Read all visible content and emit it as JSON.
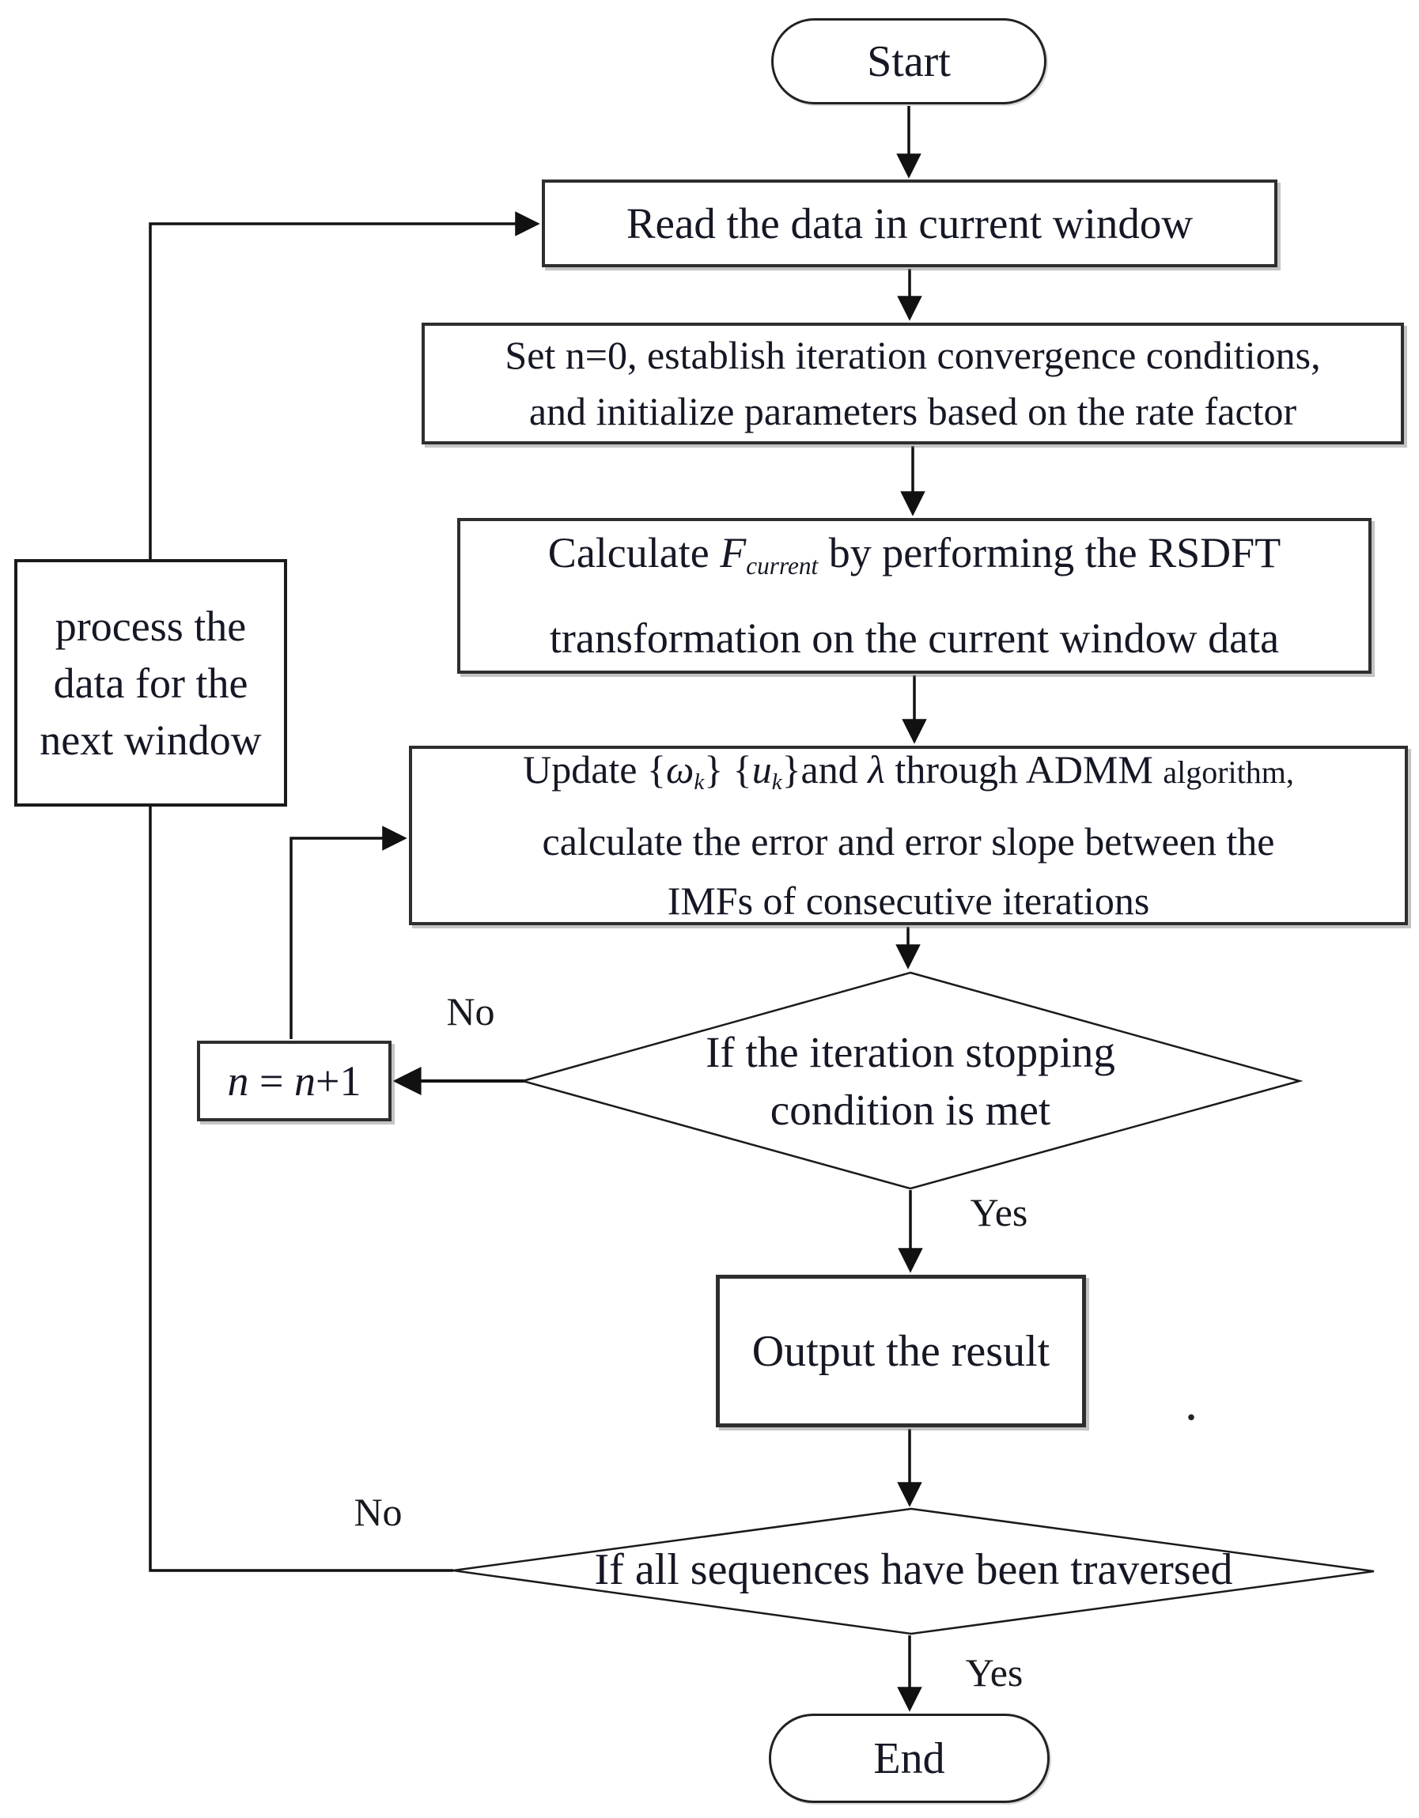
{
  "diagram": {
    "nodes": {
      "start": "Start",
      "read": "Read the data in current window",
      "set_line1": "Set n=0, establish iteration convergence conditions,",
      "set_line2": "and initialize parameters based on the rate factor",
      "calc": {
        "pre": "Calculate ",
        "var": "F",
        "sub": "current",
        "post": " by performing the RSDFT",
        "line2": "transformation on the current window data"
      },
      "update": {
        "w1": "Update ",
        "brace_open": "{",
        "omega": "ω",
        "sub_k1": "k",
        "braces_mid": "} {",
        "u": "u",
        "sub_k2": "k",
        "brace_and": "}and ",
        "lambda": "λ",
        "through": " through ADMM ",
        "algorithm": "algorithm,",
        "line2": "calculate the error and error slope between the",
        "line3": "IMFs of consecutive iterations"
      },
      "decision1_line1": "If the iteration stopping",
      "decision1_line2": "condition is met",
      "n_update": {
        "n1": "n",
        "eq": " = ",
        "n2": "n",
        "plus1": "+1"
      },
      "output": "Output the result",
      "decision2": "If all sequences have been traversed",
      "process_line1": "process the",
      "process_line2": "data for the",
      "process_line3": "next window",
      "end": "End"
    },
    "labels": {
      "no1": "No",
      "yes1": "Yes",
      "no2": "No",
      "yes2": "Yes",
      "stray_mark": "."
    },
    "colors": {
      "line": "#1a1a1a",
      "text": "#151824",
      "box_border": "#2e2e2e",
      "background": "#ffffff"
    }
  }
}
